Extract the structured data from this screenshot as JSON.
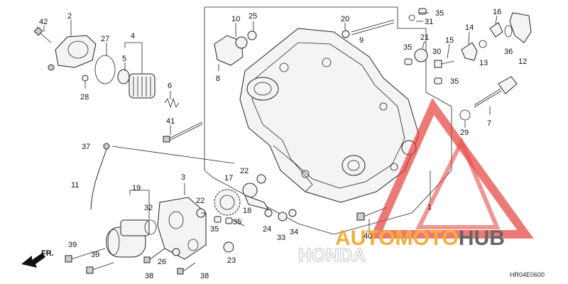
{
  "diagram": {
    "code": "HR04E0600",
    "direction_label": "FR.",
    "brand": "HONDA",
    "callouts": {
      "c1": "1",
      "c2": "2",
      "c3": "3",
      "c4": "4",
      "c5": "5",
      "c6": "6",
      "c7": "7",
      "c8": "8",
      "c9": "9",
      "c10": "10",
      "c11": "11",
      "c12": "12",
      "c13": "13",
      "c14": "14",
      "c15": "15",
      "c16": "16",
      "c17": "17",
      "c18": "18",
      "c19": "19",
      "c20": "20",
      "c21": "21",
      "c22a": "22",
      "c22b": "22",
      "c23": "23",
      "c24": "24",
      "c25": "25",
      "c26": "26",
      "c27": "27",
      "c28": "28",
      "c29": "29",
      "c30": "30",
      "c31": "31",
      "c32": "32",
      "c33": "33",
      "c34": "34",
      "c35a": "35",
      "c35b": "35",
      "c35c": "35",
      "c35d": "35",
      "c35e": "35",
      "c36": "36",
      "c37": "37",
      "c38a": "38",
      "c38b": "38",
      "c39a": "39",
      "c39b": "39",
      "c40": "40",
      "c41": "41",
      "c42": "42"
    }
  },
  "watermark": {
    "part1": "AUTO",
    "part2": "MOTO",
    "part3": "HUB",
    "colors": {
      "red": "#e53935",
      "orange": "#f5a623",
      "gray": "#555555"
    }
  }
}
